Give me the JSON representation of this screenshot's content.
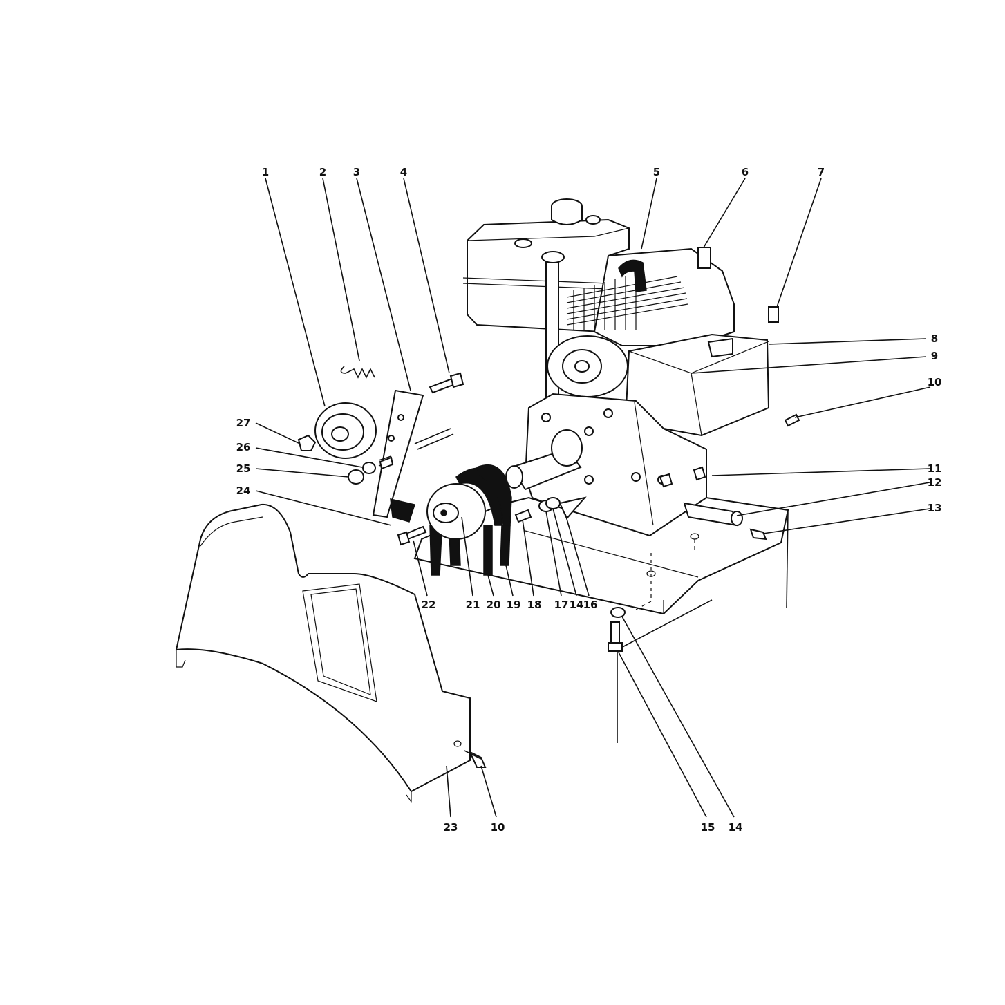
{
  "diagram": {
    "callouts": [
      {
        "id": "c1",
        "label": "1"
      },
      {
        "id": "c2",
        "label": "2"
      },
      {
        "id": "c3",
        "label": "3"
      },
      {
        "id": "c4",
        "label": "4"
      },
      {
        "id": "c5",
        "label": "5"
      },
      {
        "id": "c6",
        "label": "6"
      },
      {
        "id": "c7",
        "label": "7"
      },
      {
        "id": "c8",
        "label": "8"
      },
      {
        "id": "c9",
        "label": "9"
      },
      {
        "id": "c10a",
        "label": "10"
      },
      {
        "id": "c11",
        "label": "11"
      },
      {
        "id": "c12",
        "label": "12"
      },
      {
        "id": "c13",
        "label": "13"
      },
      {
        "id": "c27",
        "label": "27"
      },
      {
        "id": "c26",
        "label": "26"
      },
      {
        "id": "c25",
        "label": "25"
      },
      {
        "id": "c24",
        "label": "24"
      },
      {
        "id": "c22",
        "label": "22"
      },
      {
        "id": "c21",
        "label": "21"
      },
      {
        "id": "c20",
        "label": "20"
      },
      {
        "id": "c19",
        "label": "19"
      },
      {
        "id": "c18",
        "label": "18"
      },
      {
        "id": "c17",
        "label": "17"
      },
      {
        "id": "c14a",
        "label": "14"
      },
      {
        "id": "c16",
        "label": "16"
      },
      {
        "id": "c23",
        "label": "23"
      },
      {
        "id": "c10b",
        "label": "10"
      },
      {
        "id": "c15",
        "label": "15"
      },
      {
        "id": "c14b",
        "label": "14"
      }
    ]
  }
}
